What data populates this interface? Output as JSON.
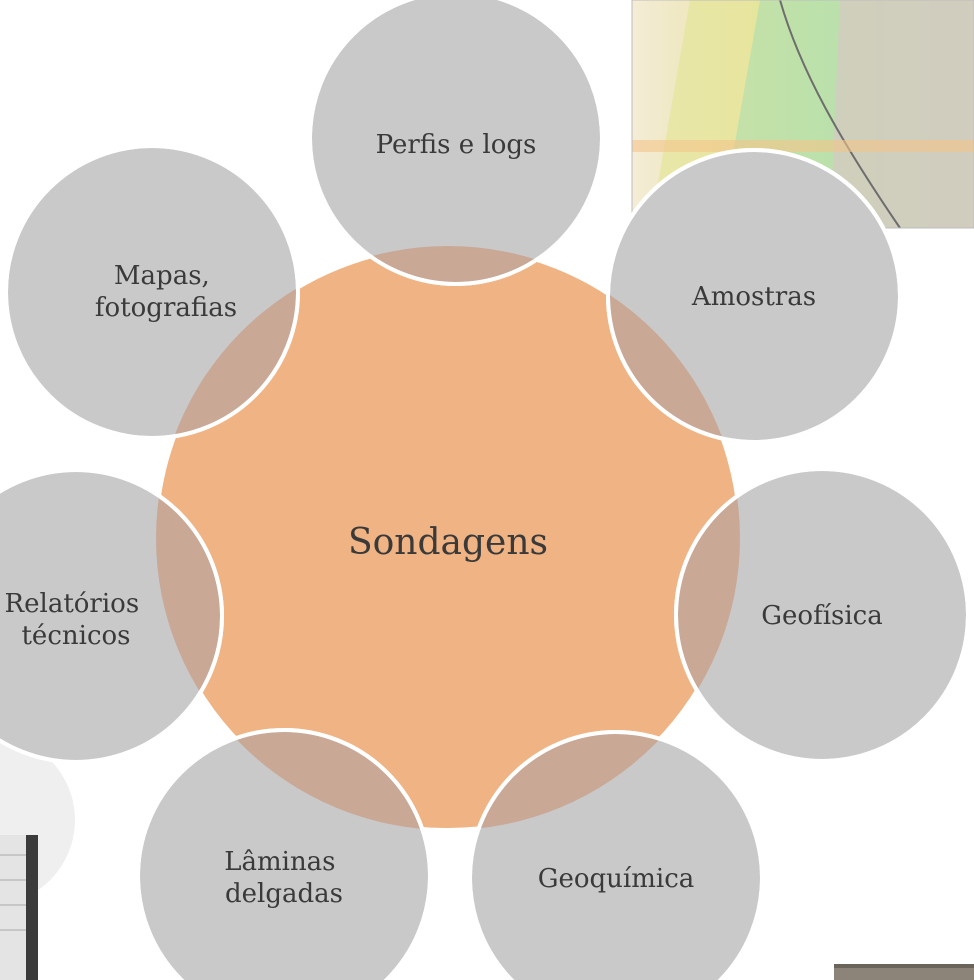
{
  "diagram": {
    "center": {
      "label": "Sondagens",
      "color": "#f0b383"
    },
    "satellite_color": "#c9c9c9",
    "overlap_color": "#c9a896",
    "satellites": [
      {
        "id": "perfis",
        "lines": [
          "Perfis e logs"
        ]
      },
      {
        "id": "amostras",
        "lines": [
          "Amostras"
        ]
      },
      {
        "id": "geofisica",
        "lines": [
          "Geofísica"
        ]
      },
      {
        "id": "geoquimica",
        "lines": [
          "Geoquímica"
        ]
      },
      {
        "id": "laminas",
        "lines": [
          "Lâminas",
          "delgadas"
        ]
      },
      {
        "id": "relatorios",
        "lines": [
          "Relatórios",
          "técnicos"
        ]
      },
      {
        "id": "mapas",
        "lines": [
          "Mapas,",
          "fotografias"
        ]
      }
    ]
  }
}
